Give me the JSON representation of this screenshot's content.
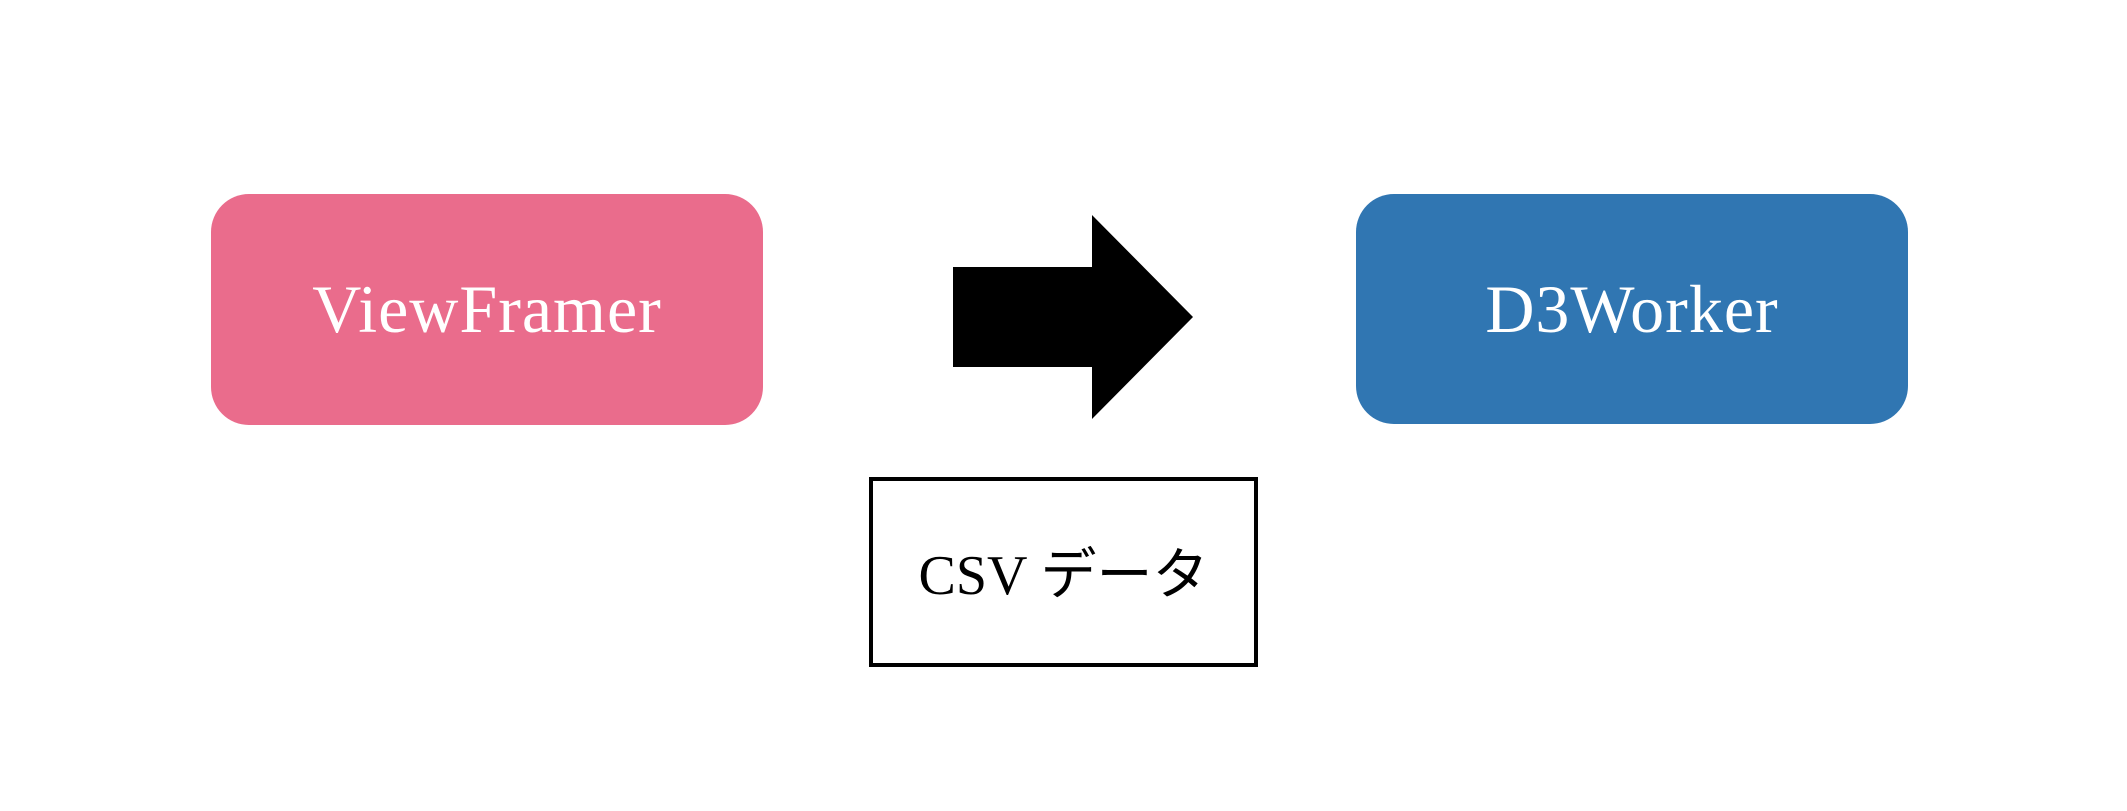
{
  "nodes": {
    "source": {
      "label": "ViewFramer",
      "color": "#ea6c8c"
    },
    "target": {
      "label": "D3Worker",
      "color": "#3076b2"
    }
  },
  "edge": {
    "label": "CSV データ",
    "arrow_color": "#000000"
  }
}
